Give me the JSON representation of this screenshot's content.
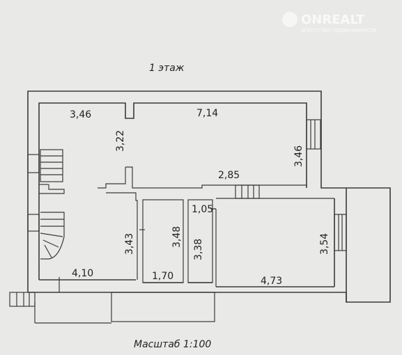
{
  "floor_title": "1 этаж",
  "scale": "Масштаб 1:100",
  "watermark": {
    "name": "ONREALT",
    "sub": "АГЕНТСТВО НЕДВИЖИМОСТИ"
  },
  "dimensions": {
    "d346_top": "3,46",
    "d714": "7,14",
    "d322": "3,22",
    "d346_right": "3,46",
    "d285": "2,85",
    "d105": "1,05",
    "d343": "3,43",
    "d348": "3,48",
    "d338": "3,38",
    "d354": "3,54",
    "d410": "4,10",
    "d170": "1,70",
    "d473": "4,73"
  },
  "colors": {
    "paper": "#e9e9e7",
    "ink": "#3a3a3a"
  }
}
